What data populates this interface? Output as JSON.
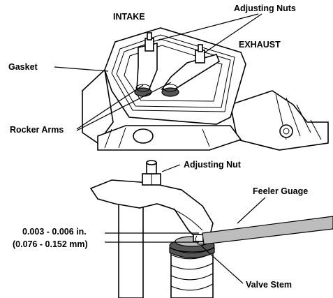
{
  "labels": {
    "intake": "INTAKE",
    "adjusting_nuts": "Adjusting Nuts",
    "exhaust": "EXHAUST",
    "gasket": "Gasket",
    "rocker_arms": "Rocker Arms",
    "adjusting_nut": "Adjusting Nut",
    "feeler_gauge": "Feeler Guage",
    "clearance_in": "0.003 - 0.006 in.",
    "clearance_mm": "(0.076 - 0.152 mm)",
    "valve_stem": "Valve Stem"
  }
}
